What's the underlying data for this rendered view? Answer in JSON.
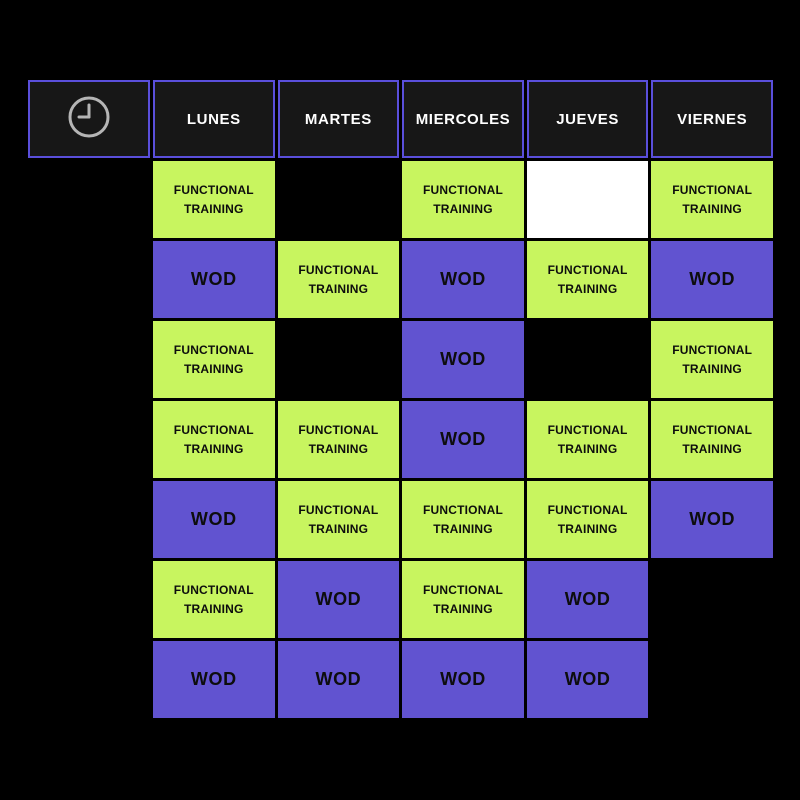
{
  "header": {
    "days": [
      "LUNES",
      "MARTES",
      "MIERCOLES",
      "JUEVES",
      "VIERNES"
    ],
    "time_column_icon": "clock-icon"
  },
  "cell_labels": {
    "FT": "FUNCTIONAL TRAINING",
    "WOD": "WOD"
  },
  "schedule_rows": [
    [
      "FT",
      "EMPTY",
      "FT",
      "WHITE",
      "FT"
    ],
    [
      "WOD",
      "FT",
      "WOD",
      "FT",
      "WOD"
    ],
    [
      "FT",
      "EMPTY",
      "WOD",
      "EMPTY",
      "FT"
    ],
    [
      "FT",
      "FT",
      "WOD",
      "FT",
      "FT"
    ],
    [
      "WOD",
      "FT",
      "FT",
      "FT",
      "WOD"
    ],
    [
      "FT",
      "WOD",
      "FT",
      "WOD",
      "EMPTY"
    ],
    [
      "WOD",
      "WOD",
      "WOD",
      "WOD",
      "EMPTY"
    ]
  ],
  "colors": {
    "page_bg": "#000000",
    "functional_bg": "#c8f55f",
    "wod_bg": "#6153d0",
    "header_bg": "#171717",
    "header_border": "#5a4fdb",
    "header_text": "#ffffff",
    "cell_text": "#0d0d0d",
    "white_cell": "#ffffff",
    "clock_icon": "#b5b5b5"
  },
  "chart_data": {
    "type": "table",
    "title": "Weekly training schedule",
    "columns": [
      "",
      "LUNES",
      "MARTES",
      "MIERCOLES",
      "JUEVES",
      "VIERNES"
    ],
    "rows": [
      [
        "",
        "FUNCTIONAL TRAINING",
        "",
        "FUNCTIONAL TRAINING",
        "",
        "FUNCTIONAL TRAINING"
      ],
      [
        "",
        "WOD",
        "FUNCTIONAL TRAINING",
        "WOD",
        "FUNCTIONAL TRAINING",
        "WOD"
      ],
      [
        "",
        "FUNCTIONAL TRAINING",
        "",
        "WOD",
        "",
        "FUNCTIONAL TRAINING"
      ],
      [
        "",
        "FUNCTIONAL TRAINING",
        "FUNCTIONAL TRAINING",
        "WOD",
        "FUNCTIONAL TRAINING",
        "FUNCTIONAL TRAINING"
      ],
      [
        "",
        "WOD",
        "FUNCTIONAL TRAINING",
        "FUNCTIONAL TRAINING",
        "FUNCTIONAL TRAINING",
        "WOD"
      ],
      [
        "",
        "FUNCTIONAL TRAINING",
        "WOD",
        "FUNCTIONAL TRAINING",
        "WOD",
        ""
      ],
      [
        "",
        "WOD",
        "WOD",
        "WOD",
        "WOD",
        ""
      ]
    ]
  }
}
